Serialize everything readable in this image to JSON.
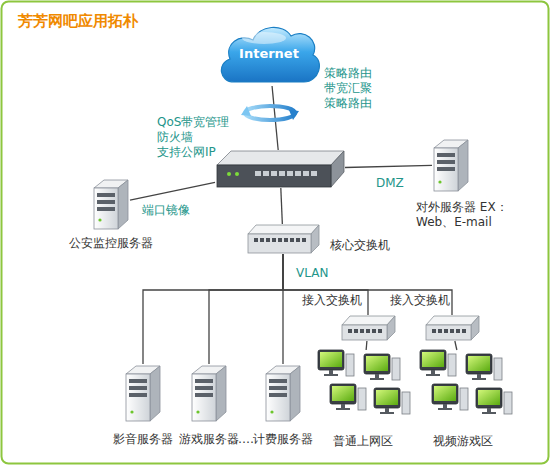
{
  "diagram": {
    "title": "芳芳网吧应用拓朴",
    "nodes": [
      {
        "text": [
          "Internet"
        ]
      },
      {
        "text": [
          "QoS带宽管理 防火墙 支持公网IP"
        ]
      },
      {
        "text": [
          "公安监控服务器"
        ]
      },
      {
        "text": [
          "对外服务器 EX：Web、E-mail"
        ]
      },
      {
        "text": [
          "核心交换机"
        ]
      },
      {
        "text": [
          "影音服务器"
        ]
      },
      {
        "text": [
          "游戏服务器"
        ]
      },
      {
        "text": [
          "计费服务器"
        ]
      },
      {
        "text": [
          "接入交换机"
        ]
      },
      {
        "text": [
          "接入交换机"
        ]
      },
      {
        "text": [
          "普通上网区"
        ]
      },
      {
        "text": [
          "视频游戏区"
        ]
      }
    ],
    "edges": [
      {
        "from": 0,
        "to": 1,
        "arrow": "none",
        "label": "策略路由 带宽汇聚 策略路由"
      },
      {
        "from": 1,
        "to": 2,
        "arrow": "none",
        "label": "端口镜像"
      },
      {
        "from": 1,
        "to": 3,
        "arrow": "none",
        "label": "DMZ"
      },
      {
        "from": 1,
        "to": 4,
        "arrow": "none"
      },
      {
        "from": 4,
        "to": 5,
        "arrow": "none"
      },
      {
        "from": 4,
        "to": 6,
        "arrow": "none"
      },
      {
        "from": 4,
        "to": 7,
        "arrow": "none"
      },
      {
        "from": 4,
        "to": 8,
        "arrow": "none"
      },
      {
        "from": 4,
        "to": 9,
        "arrow": "none"
      },
      {
        "from": 8,
        "to": 10,
        "arrow": "none"
      },
      {
        "from": 9,
        "to": 11,
        "arrow": "none"
      }
    ],
    "labels": [
      "VLAN",
      "……"
    ]
  }
}
